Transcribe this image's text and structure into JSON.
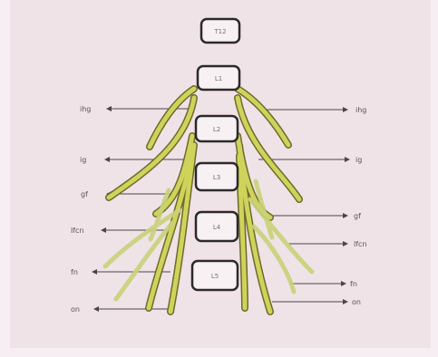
{
  "vertebrae": [
    {
      "label": "T12"
    },
    {
      "label": "L1"
    },
    {
      "label": "L2"
    },
    {
      "label": "L3"
    },
    {
      "label": "L4"
    },
    {
      "label": "L5"
    }
  ],
  "nerves_left": [
    {
      "label": "ihg"
    },
    {
      "label": "ig"
    },
    {
      "label": "gf"
    },
    {
      "label": "lfcn"
    },
    {
      "label": "fn"
    },
    {
      "label": "on"
    }
  ],
  "nerves_right": [
    {
      "label": "ihg"
    },
    {
      "label": "ig"
    },
    {
      "label": "gf"
    },
    {
      "label": "lfcn"
    },
    {
      "label": "fn"
    },
    {
      "label": "on"
    }
  ],
  "colors": {
    "background": "#efe3e8",
    "nerve_yellow": "#cfd35a",
    "nerve_dark": "#6e6a2c",
    "vertebra_outline": "#2a2a2a",
    "arrow": "#4b4448"
  }
}
